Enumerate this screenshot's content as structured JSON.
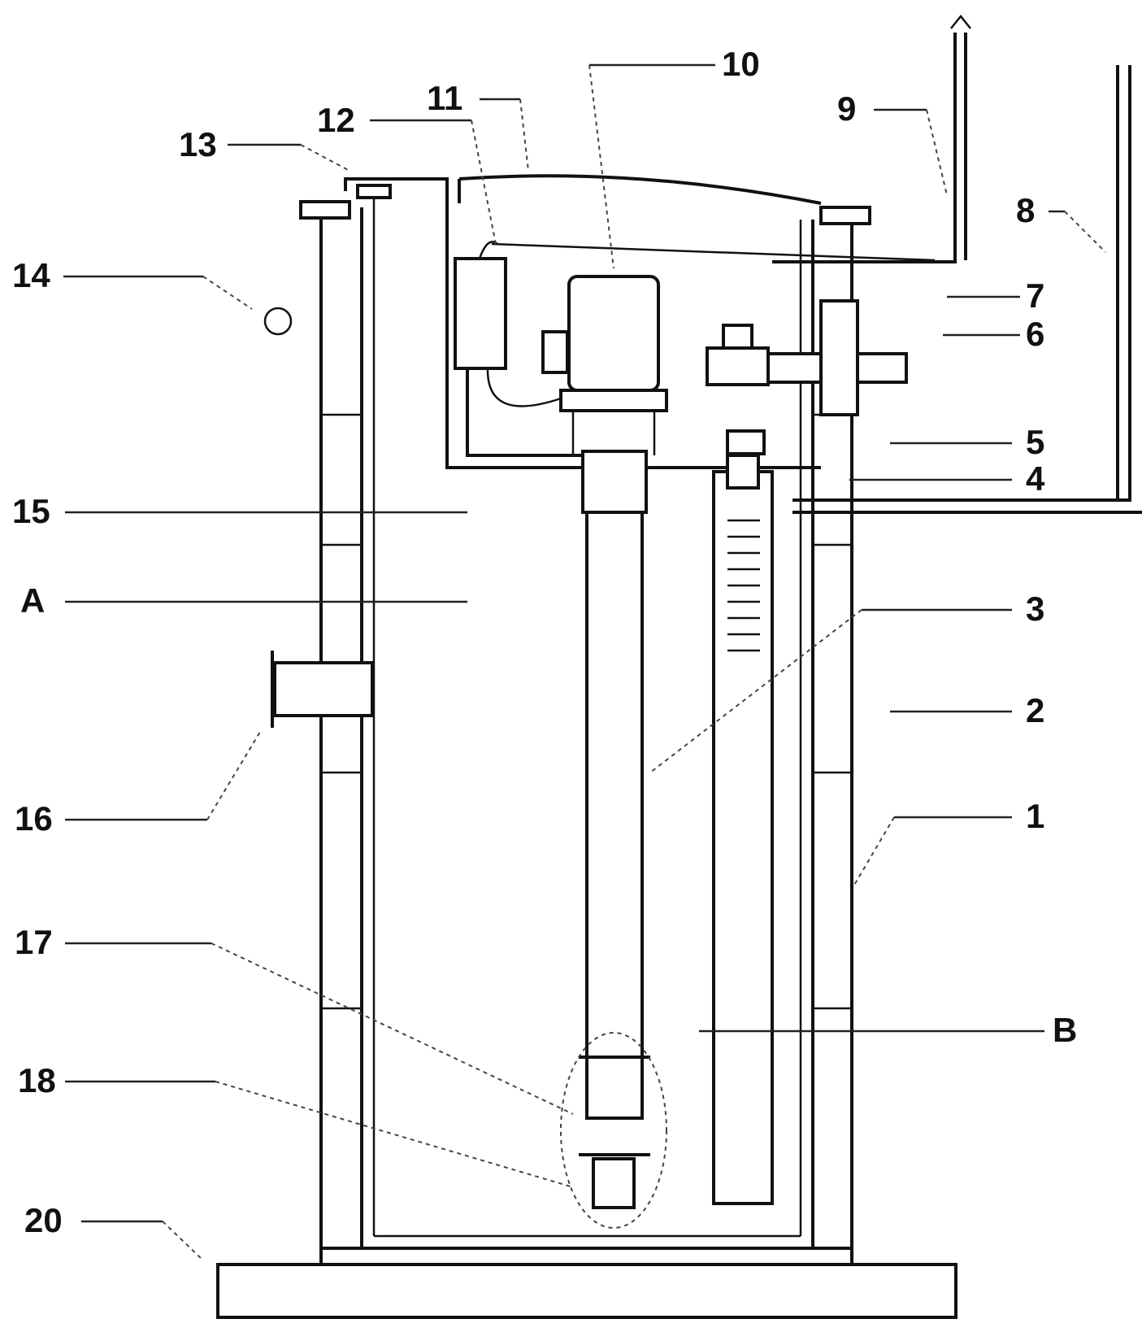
{
  "labels": {
    "l1": "1",
    "l2": "2",
    "l3": "3",
    "l4": "4",
    "l5": "5",
    "l6": "6",
    "l7": "7",
    "l8": "8",
    "l9": "9",
    "l10": "10",
    "l11": "11",
    "l12": "12",
    "l13": "13",
    "l14": "14",
    "l15": "15",
    "l16": "16",
    "l17": "17",
    "l18": "18",
    "l20": "20",
    "lA": "A",
    "lB": "B"
  }
}
